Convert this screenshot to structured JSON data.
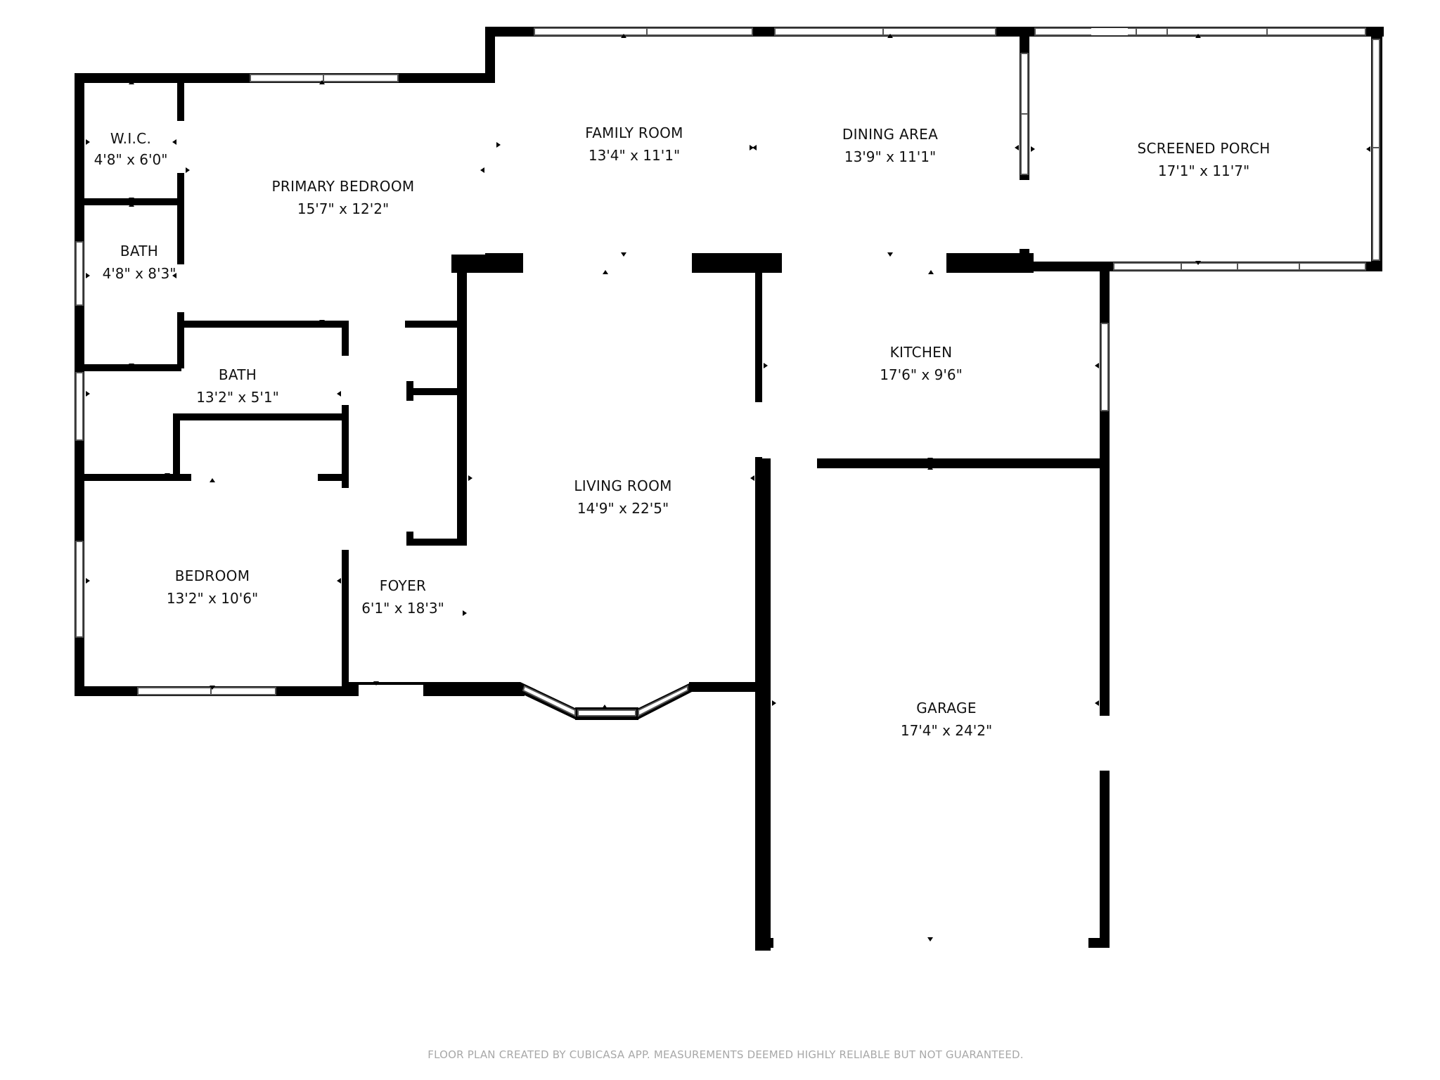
{
  "rooms": [
    {
      "id": "wic",
      "name": "W.I.C.",
      "dims": "4'8\" x 6'0\""
    },
    {
      "id": "primary_bedroom",
      "name": "PRIMARY BEDROOM",
      "dims": "15'7\" x 12'2\""
    },
    {
      "id": "bath1",
      "name": "BATH",
      "dims": "4'8\" x 8'3\""
    },
    {
      "id": "bath2",
      "name": "BATH",
      "dims": "13'2\" x 5'1\""
    },
    {
      "id": "bedroom",
      "name": "BEDROOM",
      "dims": "13'2\" x 10'6\""
    },
    {
      "id": "foyer",
      "name": "FOYER",
      "dims": "6'1\" x 18'3\""
    },
    {
      "id": "living_room",
      "name": "LIVING ROOM",
      "dims": "14'9\" x 22'5\""
    },
    {
      "id": "family_room",
      "name": "FAMILY ROOM",
      "dims": "13'4\" x 11'1\""
    },
    {
      "id": "dining_area",
      "name": "DINING AREA",
      "dims": "13'9\" x 11'1\""
    },
    {
      "id": "screened_porch",
      "name": "SCREENED PORCH",
      "dims": "17'1\" x 11'7\""
    },
    {
      "id": "kitchen",
      "name": "KITCHEN",
      "dims": "17'6\" x 9'6\""
    },
    {
      "id": "garage",
      "name": "GARAGE",
      "dims": "17'4\" x 24'2\""
    }
  ],
  "footer": "FLOOR PLAN CREATED BY CUBICASA APP. MEASUREMENTS DEEMED HIGHLY RELIABLE BUT NOT GUARANTEED.",
  "colors": {
    "wall": "#000000",
    "background": "#ffffff",
    "footer_text": "#a8a8a8"
  }
}
